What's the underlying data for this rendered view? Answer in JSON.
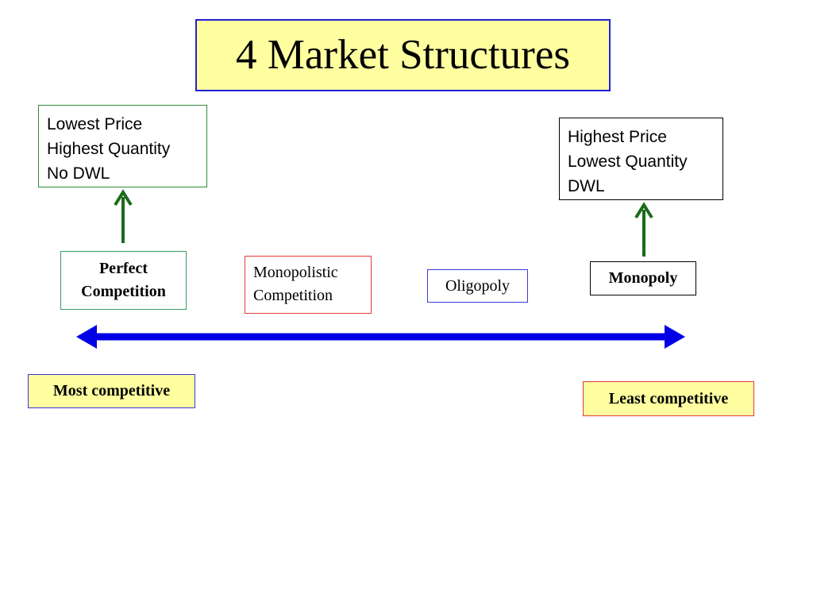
{
  "title": "4 Market Structures",
  "info_left": {
    "lines": [
      "Lowest Price",
      "Highest Quantity",
      "No DWL"
    ]
  },
  "info_right": {
    "lines": [
      "Highest Price",
      "Lowest Quantity",
      "DWL"
    ]
  },
  "structures": {
    "perfect": {
      "lines": [
        "Perfect",
        "Competition"
      ]
    },
    "monopolistic": {
      "lines": [
        "Monopolistic",
        "Competition"
      ]
    },
    "oligopoly": "Oligopoly",
    "monopoly": "Monopoly"
  },
  "ends": {
    "most": "Most competitive",
    "least": "Least competitive"
  },
  "colors": {
    "spectrum_arrow": "#0000e6",
    "up_arrow": "#1a6b1a",
    "title_fill": "#ffffa0"
  }
}
